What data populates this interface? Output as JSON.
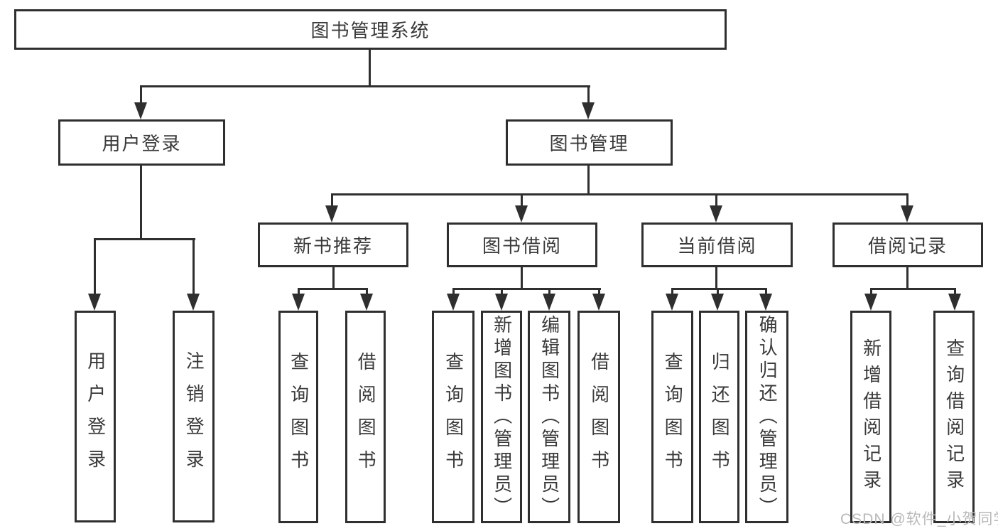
{
  "diagram": {
    "title": "图书管理系统",
    "type": "function-structure-tree",
    "colors": {
      "line": "#2f2f2f",
      "text": "#3a3a3a",
      "background": "#ffffff",
      "watermark": "#b9b9b9"
    }
  },
  "nodes": {
    "root": {
      "label": "图书管理系统"
    },
    "user_login": {
      "label": "用户登录"
    },
    "book_mgmt": {
      "label": "图书管理"
    },
    "new_book_rec": {
      "label": "新书推荐"
    },
    "book_borrow": {
      "label": "图书借阅"
    },
    "current_borrow": {
      "label": "当前借阅"
    },
    "borrow_records": {
      "label": "借阅记录"
    },
    "leaf_user_login": {
      "label": "用户登录"
    },
    "leaf_logout": {
      "label": "注销登录"
    },
    "leaf_query_book_rec": {
      "label": "查询图书"
    },
    "leaf_borrow_book_rec": {
      "label": "借阅图书"
    },
    "leaf_query_book_borrow": {
      "label": "查询图书"
    },
    "leaf_add_book_admin": {
      "label": "新增图书（管理员）"
    },
    "leaf_edit_book_admin": {
      "label": "编辑图书（管理员）"
    },
    "leaf_borrow_book_borrow": {
      "label": "借阅图书"
    },
    "leaf_query_book_current": {
      "label": "查询图书"
    },
    "leaf_return_book": {
      "label": "归还图书"
    },
    "leaf_confirm_return_admin": {
      "label": "确认归还（管理员）"
    },
    "leaf_add_borrow_record": {
      "label": "新增借阅记录"
    },
    "leaf_query_borrow_record": {
      "label": "查询借阅记录"
    }
  },
  "tree": {
    "root": "图书管理系统",
    "children": [
      {
        "label": "用户登录",
        "children": [
          "用户登录",
          "注销登录"
        ]
      },
      {
        "label": "图书管理",
        "children": [
          {
            "label": "新书推荐",
            "children": [
              "查询图书",
              "借阅图书"
            ]
          },
          {
            "label": "图书借阅",
            "children": [
              "查询图书",
              "新增图书（管理员）",
              "编辑图书（管理员）",
              "借阅图书"
            ]
          },
          {
            "label": "当前借阅",
            "children": [
              "查询图书",
              "归还图书",
              "确认归还（管理员）"
            ]
          },
          {
            "label": "借阅记录",
            "children": [
              "新增借阅记录",
              "查询借阅记录"
            ]
          }
        ]
      }
    ]
  },
  "watermark": {
    "text": "CSDN @软件_小贺同学"
  }
}
